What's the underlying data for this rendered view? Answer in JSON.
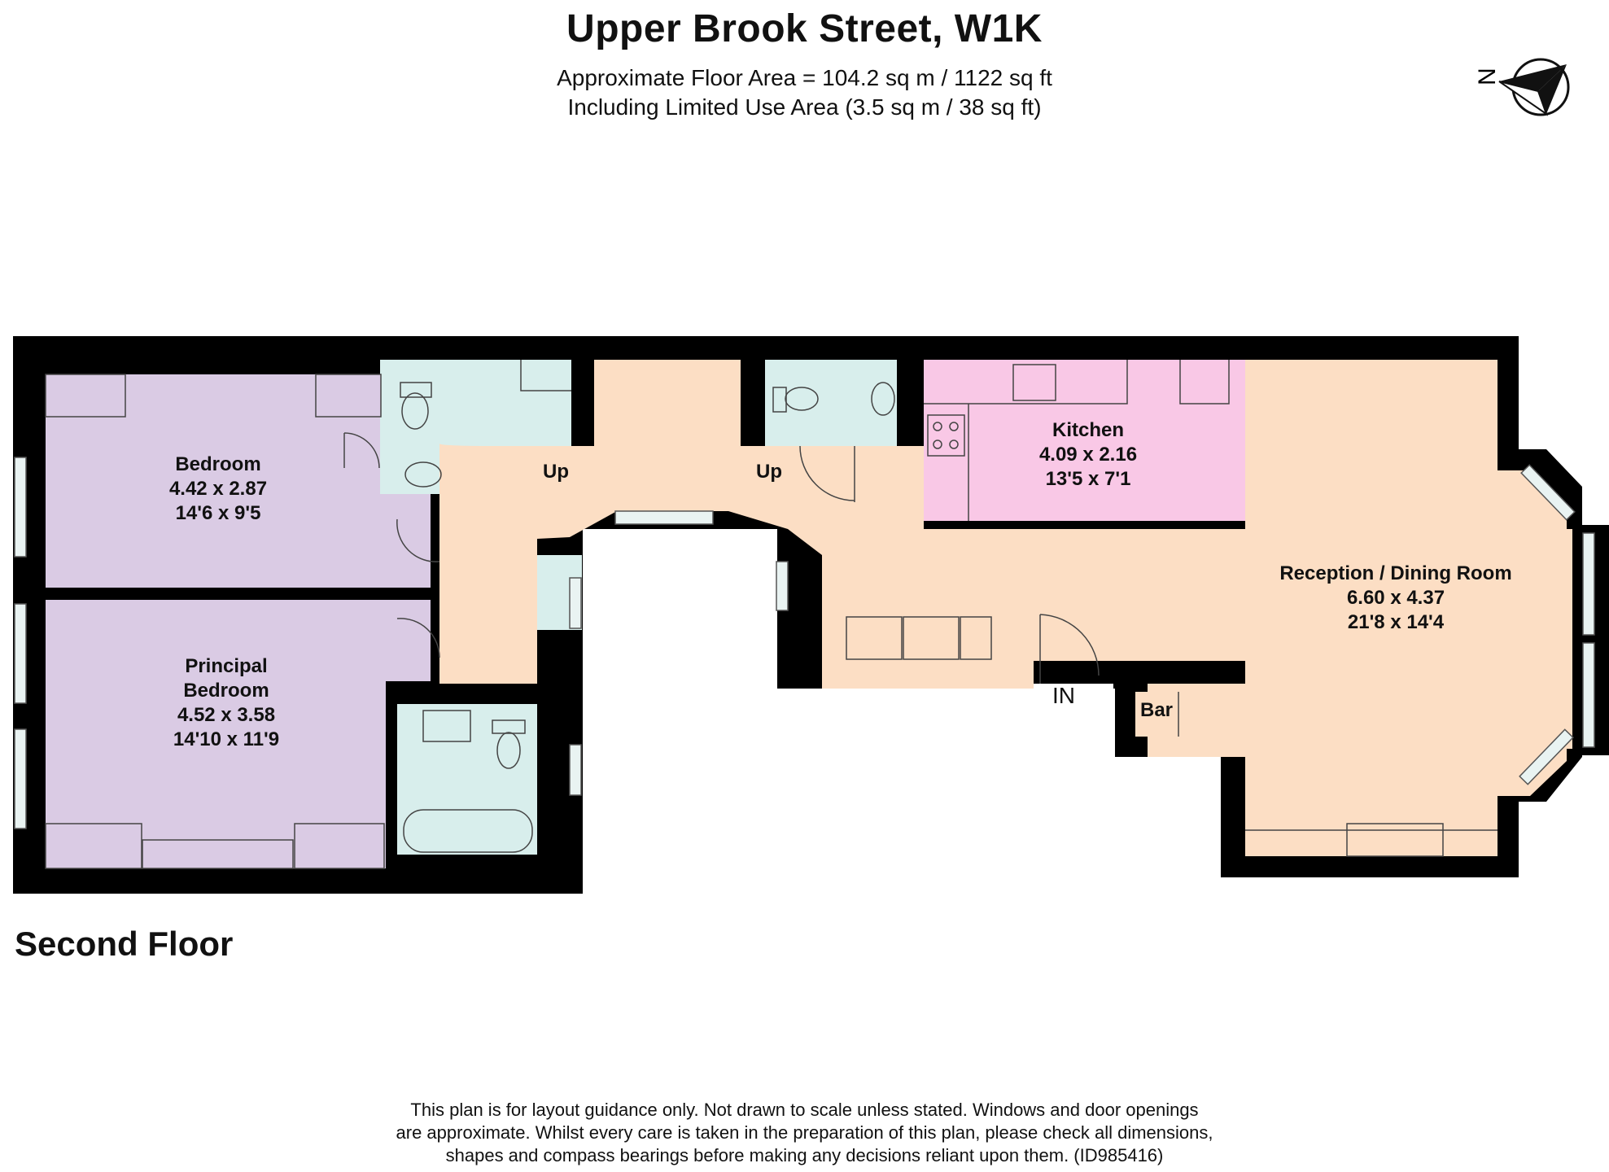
{
  "header": {
    "title": "Upper Brook Street, W1K",
    "area_line_1": "Approximate Floor Area = 104.2 sq m / 1122 sq ft",
    "area_line_2": "Including Limited Use Area (3.5 sq m / 38 sq ft)"
  },
  "compass": {
    "label": "N",
    "icon": "compass-icon"
  },
  "rooms": {
    "bedroom": {
      "name": "Bedroom",
      "metric": "4.42 x 2.87",
      "imperial": "14'6 x 9'5"
    },
    "principal_bedroom": {
      "name_line_1": "Principal",
      "name_line_2": "Bedroom",
      "metric": "4.52 x 3.58",
      "imperial": "14'10 x 11'9"
    },
    "kitchen": {
      "name": "Kitchen",
      "metric": "4.09 x 2.16",
      "imperial": "13'5 x 7'1"
    },
    "reception": {
      "name": "Reception / Dining Room",
      "metric": "6.60 x 4.37",
      "imperial": "21'8 x 14'4"
    }
  },
  "labels": {
    "up_left": "Up",
    "up_right": "Up",
    "entrance": "IN",
    "bar": "Bar"
  },
  "colors": {
    "wall": "#000000",
    "bedroom": "#dacbe4",
    "hall": "#fcdec4",
    "bathroom": "#d8eeec",
    "kitchen": "#f9c8e6"
  },
  "floor": {
    "label": "Second Floor"
  },
  "disclaimer": {
    "line_1": "This plan is for layout guidance only. Not drawn to scale unless stated. Windows and door openings",
    "line_2": "are approximate. Whilst every care is taken in the preparation of this plan, please check all dimensions,",
    "line_3": "shapes and compass bearings before making any decisions reliant upon them. (ID985416)"
  }
}
